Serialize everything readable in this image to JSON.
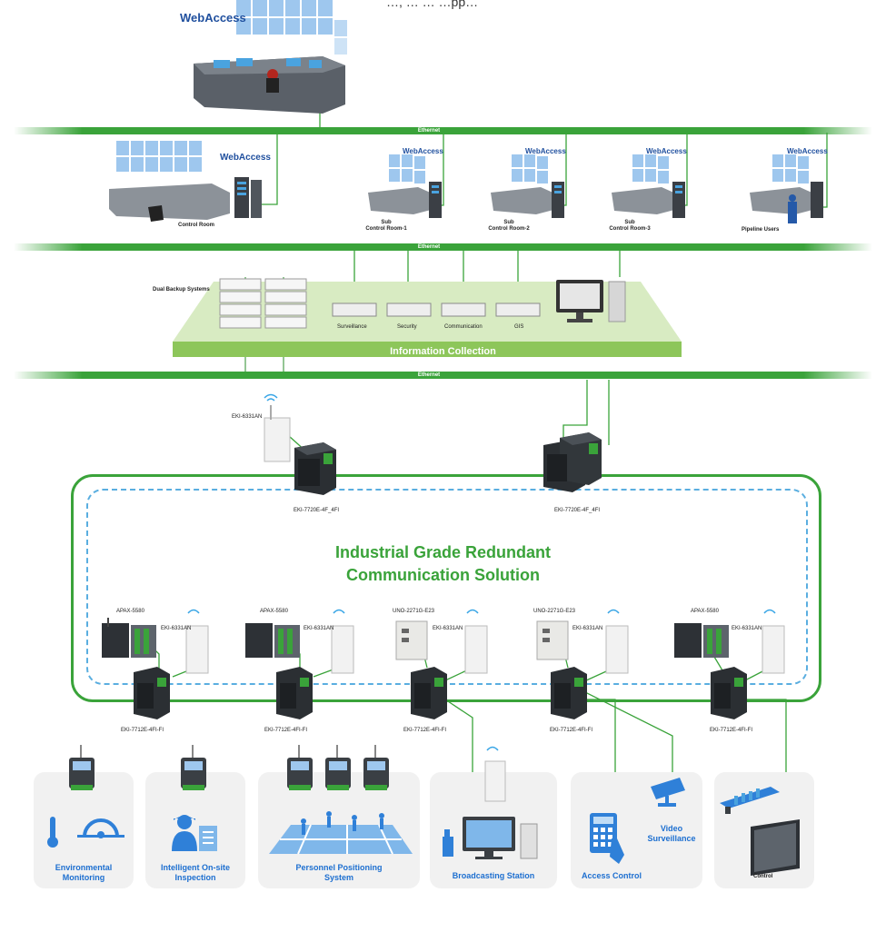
{
  "header": {
    "partial_text": "…, … … …pp…",
    "logo_text": "WebAccess"
  },
  "network": {
    "ethernet_label": "Ethernet"
  },
  "control_rooms": {
    "main": "Control Room",
    "sub1": [
      "Sub",
      "Control Room-1"
    ],
    "sub2": [
      "Sub",
      "Control Room-2"
    ],
    "sub3": [
      "Sub",
      "Control Room-3"
    ],
    "pipeline": "Pipeline Users"
  },
  "information_collection": {
    "title": "Information Collection",
    "dual_backup": "Dual Backup Systems",
    "servers": [
      "Surveillance",
      "Security",
      "Communication",
      "GIS"
    ]
  },
  "ring": {
    "title_line1": "Industrial Grade Redundant",
    "title_line2": "Communication Solution",
    "ap_label": "EKI-6331AN",
    "core_switch_label": "EKI-7720E-4F_4FI",
    "edge_switch_label": "EKI-7712E-4FI-FI",
    "controllers": [
      "APAX-5580",
      "APAX-5580",
      "UNO-2271G-E23",
      "UNO-2271G-E23",
      "APAX-5580"
    ]
  },
  "applications": {
    "env": [
      "Environmental",
      "Monitoring"
    ],
    "inspection": [
      "Intelligent On-site",
      "Inspection"
    ],
    "positioning": [
      "Personnel Positioning",
      "System"
    ],
    "broadcast": "Broadcasting Station",
    "access": "Access Control",
    "video": [
      "Video",
      "Surveillance"
    ],
    "control": "Control"
  },
  "colors": {
    "green": "#3aa33a",
    "blue_dashed": "#5aaee0",
    "label_blue": "#1d6fd0"
  }
}
